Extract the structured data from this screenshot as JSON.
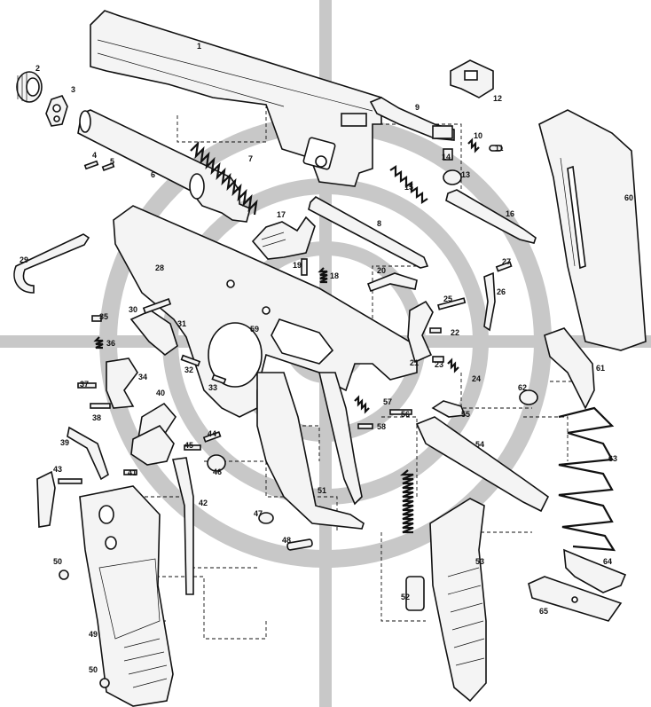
{
  "diagram": {
    "labels": [
      "1",
      "2",
      "3",
      "4",
      "5",
      "6",
      "7",
      "8",
      "9",
      "10",
      "11",
      "12",
      "13",
      "14",
      "15",
      "16",
      "17",
      "18",
      "19",
      "20",
      "21",
      "22",
      "23",
      "24",
      "25",
      "26",
      "27",
      "28",
      "29",
      "30",
      "31",
      "32",
      "33",
      "34",
      "35",
      "36",
      "37",
      "38",
      "39",
      "40",
      "41",
      "42",
      "43",
      "44",
      "45",
      "46",
      "47",
      "48",
      "49",
      "50",
      "50",
      "51",
      "52",
      "53",
      "54",
      "55",
      "56",
      "57",
      "58",
      "59",
      "60",
      "61",
      "62",
      "63",
      "64",
      "65"
    ]
  }
}
